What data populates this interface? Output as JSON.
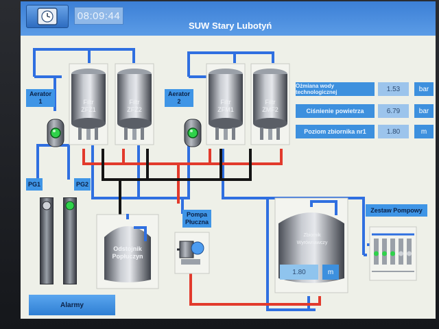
{
  "header": {
    "clock_icon": "clock-icon",
    "time": "08:09:44",
    "title": "SUW Stary Lubotyń"
  },
  "equipment": {
    "aerator1": "Aerator\n1",
    "aerator2": "Aerator\n2",
    "filters": [
      "Filtr\nZFŻ1",
      "Filtr\nZFŻ2",
      "Filtr\nZFM1",
      "Filtr\nZMF2"
    ],
    "pg1": "PG1",
    "pg2": "PG2",
    "settler": "Odstojnik\nPopłuczyn",
    "wash_pump": "Pompa\nPłuczna",
    "reservoir": "Zbiornik\nWyrównawczy",
    "pump_set": "Zestaw Pompowy"
  },
  "parameters": [
    {
      "name": "Ożmiana wody technologicznej",
      "value": "1.53",
      "unit": "bar"
    },
    {
      "name": "Ciśnienie powietrza",
      "value": "6.79",
      "unit": "bar"
    },
    {
      "name": "Poziom zbiornika nr1",
      "value": "1.80",
      "unit": "m"
    }
  ],
  "reservoir_level": {
    "value": "1.80",
    "unit": "m"
  },
  "buttons": {
    "alarms": "Alarmy"
  },
  "colors": {
    "topbar": "#4a8fe0",
    "water_pipe": "#2f6fe0",
    "air_pipe": "#e23a2c",
    "sludge_pipe": "#141414",
    "label_bg": "#3f95e6"
  }
}
